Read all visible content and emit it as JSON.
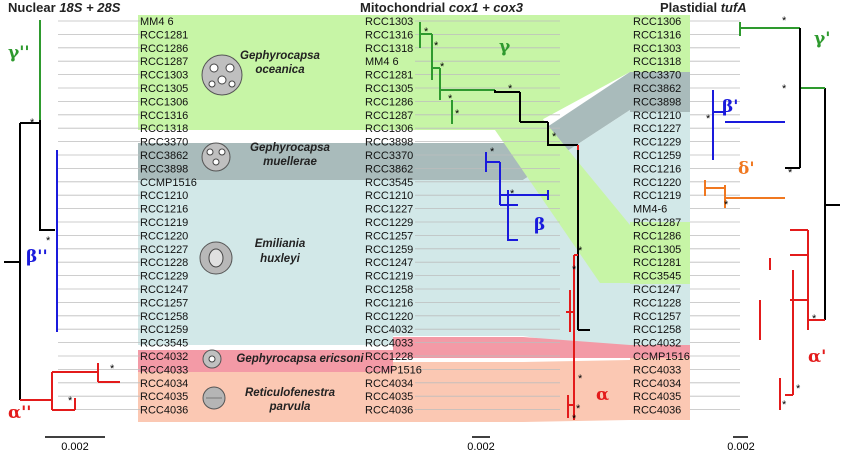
{
  "headers": {
    "nuclear": "Nuclear ",
    "nuclear_genes": "18S + 28S",
    "mito": "Mitochondrial ",
    "mito_genes": "cox1 + cox3",
    "plastid": "Plastidial ",
    "plastid_gene": "tufA"
  },
  "species": {
    "oceanica_1": "Gephyrocapsa",
    "oceanica_2": "oceanica",
    "muellerae_1": "Gephyrocapsa",
    "muellerae_2": "muellerae",
    "huxleyi_1": "Emiliania",
    "huxleyi_2": "huxleyi",
    "ericsonii": "Gephyrocapsa ericsoni",
    "parvula_1": "Reticulofenestra",
    "parvula_2": "parvula"
  },
  "clades": {
    "gamma2": "γ''",
    "beta2": "β''",
    "alpha2": "α''",
    "gamma": "γ",
    "beta": "β",
    "alpha": "α",
    "gamma1": "γ'",
    "beta1": "β'",
    "delta1": "δ'",
    "alpha1": "α'"
  },
  "colors": {
    "green": "#2e9a2e",
    "blue": "#1a1adc",
    "red": "#e31b1b",
    "orange": "#f07820",
    "black": "#000000",
    "band_green": "#c7f5a6",
    "band_grey": "#a9bbbb",
    "band_teal": "#d2e8e8",
    "band_pink": "#f39aa6",
    "band_salmon": "#fbc8b3"
  },
  "nuclear_leaves": [
    "MM4 6",
    "RCC1281",
    "RCC1286",
    "RCC1287",
    "RCC1303",
    "RCC1305",
    "RCC1306",
    "RCC1316",
    "RCC1318",
    "RCC3370",
    "RCC3862",
    "RCC3898",
    "CCMP1516",
    "RCC1210",
    "RCC1216",
    "RCC1219",
    "RCC1220",
    "RCC1227",
    "RCC1228",
    "RCC1229",
    "RCC1247",
    "RCC1257",
    "RCC1258",
    "RCC1259",
    "RCC3545",
    "RCC4032",
    "RCC4033",
    "RCC4034",
    "RCC4035",
    "RCC4036"
  ],
  "mito_leaves": [
    "RCC1303",
    "RCC1316",
    "RCC1318",
    "MM4 6",
    "RCC1281",
    "RCC1305",
    "RCC1286",
    "RCC1287",
    "RCC1306",
    "RCC3898",
    "RCC3370",
    "RCC3862",
    "RCC3545",
    "RCC1210",
    "RCC1227",
    "RCC1229",
    "RCC1257",
    "RCC1259",
    "RCC1247",
    "RCC1219",
    "RCC1258",
    "RCC1216",
    "RCC1220",
    "RCC4032",
    "RCC4033",
    "RCC1228",
    "CCMP1516",
    "RCC4034",
    "RCC4035",
    "RCC4036"
  ],
  "plastid_leaves": [
    "RCC1306",
    "RCC1316",
    "RCC1303",
    "RCC1318",
    "RCC3370",
    "RCC3862",
    "RCC3898",
    "RCC1210",
    "RCC1227",
    "RCC1229",
    "RCC1259",
    "RCC1216",
    "RCC1220",
    "RCC1219",
    "MM4-6",
    "RCC1287",
    "RCC1286",
    "RCC1305",
    "RCC1281",
    "RCC3545",
    "RCC1247",
    "RCC1228",
    "RCC1257",
    "RCC1258",
    "RCC4032",
    "CCMP1516",
    "RCC4033",
    "RCC4034",
    "RCC4035",
    "RCC4036"
  ],
  "support_mark": "*",
  "scales": {
    "nuclear": "0.002",
    "mito": "0.002",
    "plastid": "0.002"
  }
}
